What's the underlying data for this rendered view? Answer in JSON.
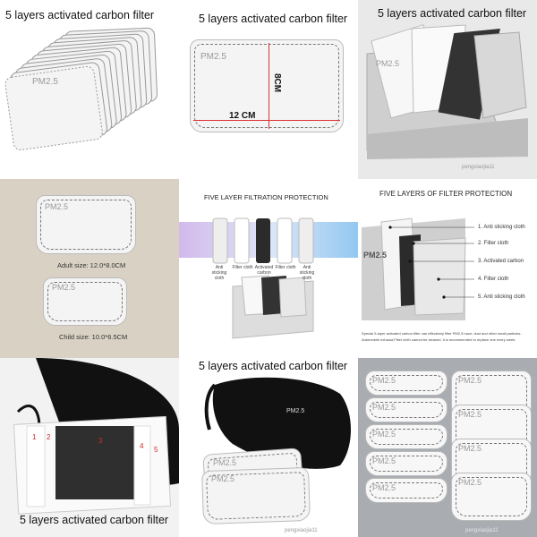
{
  "tiles": {
    "t1": {
      "caption": "5 layers activated carbon filter",
      "pm": "PM2.5"
    },
    "t2": {
      "caption": "5 layers activated carbon filter",
      "pm": "PM2.5",
      "height_label": "8CM",
      "width_label": "12 CM"
    },
    "t3": {
      "caption": "5 layers activated carbon filter",
      "pm": "PM2.5",
      "watermark": "pengxiaojia11"
    },
    "t4": {
      "pm_top": "PM2.5",
      "adult_label": "Adult size: 12.0*8.0CM",
      "pm_bottom": "PM2.5",
      "child_label": "Child size: 10.0*6.5CM"
    },
    "t5": {
      "title": "FIVE LAYER FILTRATION PROTECTION",
      "layers": [
        "Anti sticking cloth",
        "Filter cloth",
        "Activated carbon",
        "Filter cloth",
        "Anti sticking cloth"
      ]
    },
    "t6": {
      "title": "FIVE LAYERS OF FILTER PROTECTION",
      "pm": "PM2.5",
      "layers": [
        "1. Anti sticking cloth",
        "2. Filter cloth",
        "3. Activated carbon",
        "4. Filter cloth",
        "5. Anti sticking cloth"
      ],
      "note1": "Special 5-layer activated carbon filter can effectively filter PM2.5 haze, dust and other small particles.",
      "note2": "Automobile exhaust,Filter cloth cannot be cleaned, it is recommended to replace one every week."
    },
    "t7": {
      "caption": "5 layers activated carbon filter",
      "markers": [
        "1",
        "2",
        "3",
        "4",
        "5"
      ]
    },
    "t8": {
      "caption": "5 layers activated carbon filter",
      "mask_label": "PM2.5",
      "pm1": "PM2.5",
      "pm2": "PM2.5",
      "watermark": "pengxiaojia11"
    },
    "t9": {
      "pm": "PM2.5",
      "watermark": "pengxiaojia11"
    }
  },
  "colors": {
    "carbon": "#2b2b2b",
    "filter": "#f4f4f4",
    "marker_red": "#d42a2a",
    "mask_black": "#111111"
  }
}
